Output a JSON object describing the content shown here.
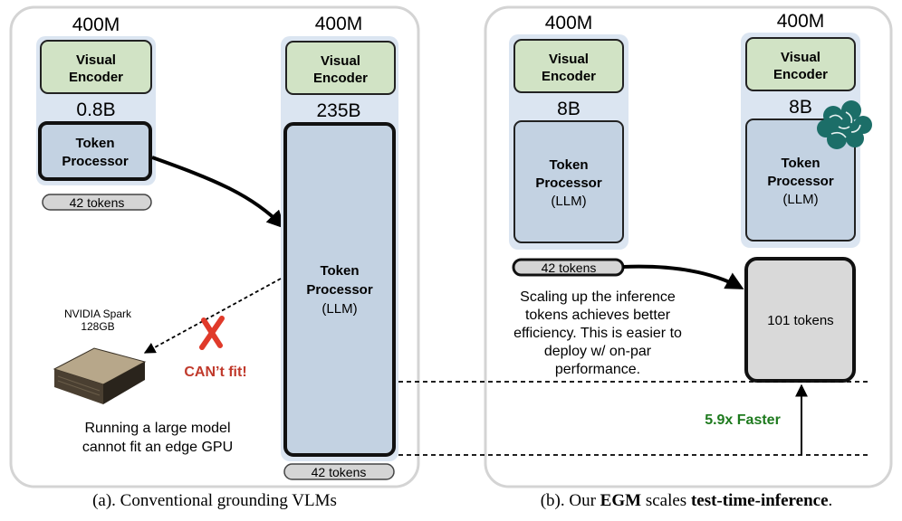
{
  "panel_a": {
    "small_model": {
      "encoder_size": "400M",
      "encoder_label_1": "Visual",
      "encoder_label_2": "Encoder",
      "processor_size": "0.8B",
      "processor_label_1": "Token",
      "processor_label_2": "Processor",
      "tokens": "42 tokens"
    },
    "large_model": {
      "encoder_size": "400M",
      "encoder_label_1": "Visual",
      "encoder_label_2": "Encoder",
      "processor_size": "235B",
      "processor_label_1": "Token",
      "processor_label_2": "Processor",
      "processor_label_3": "(LLM)",
      "tokens": "42 tokens"
    },
    "device_label_1": "NVIDIA Spark",
    "device_label_2": "128GB",
    "cant_fit": "CAN’t fit!",
    "note_line_1": "Running a large model",
    "note_line_2": "cannot fit an edge GPU",
    "caption": "(a). Conventional grounding VLMs"
  },
  "panel_b": {
    "model_1": {
      "encoder_size": "400M",
      "encoder_label_1": "Visual",
      "encoder_label_2": "Encoder",
      "processor_size": "8B",
      "processor_label_1": "Token",
      "processor_label_2": "Processor",
      "processor_label_3": "(LLM)",
      "tokens": "42 tokens"
    },
    "model_2": {
      "encoder_size": "400M",
      "encoder_label_1": "Visual",
      "encoder_label_2": "Encoder",
      "processor_size": "8B",
      "processor_label_1": "Token",
      "processor_label_2": "Processor",
      "processor_label_3": "(LLM)",
      "tokens": "101 tokens"
    },
    "note_line_1": "Scaling up the inference",
    "note_line_2": "tokens achieves better",
    "note_line_3": "efficiency. This is easier to",
    "note_line_4": "deploy w/ on-par",
    "note_line_5": "performance.",
    "speedup": "5.9x Faster",
    "caption_prefix": "(b). Our ",
    "caption_bold_1": "EGM",
    "caption_middle": " scales ",
    "caption_bold_2": "test-time-inference",
    "caption_suffix": "."
  },
  "colors": {
    "panel_border": "#d4d4d4",
    "model_bg": "#dbe5f1",
    "encoder_fill": "#d1e3c5",
    "processor_fill": "#c3d2e2",
    "token_pill": "#d5d5d5",
    "result_box": "#d9d9d9",
    "cross": "#e03a2a",
    "cant_fit": "#c0392b",
    "speedup": "#1e7a1e",
    "brain": "#1c6e68"
  },
  "icons": [
    "gpu-device-icon",
    "red-cross-icon",
    "brain-icon"
  ]
}
